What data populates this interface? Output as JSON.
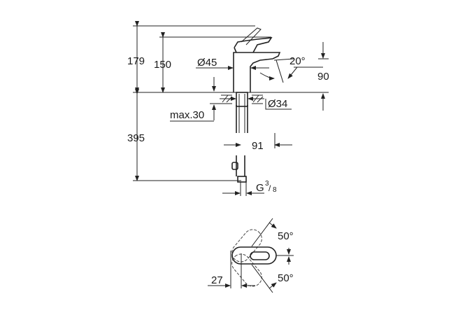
{
  "side_view": {
    "height_total": "179",
    "height_spout": "150",
    "body_diameter": "Ø45",
    "spout_angle": "20°",
    "spout_reach": "90",
    "hole_diameter": "Ø34",
    "max_deck": "max.30",
    "hose_length": "395",
    "projection": "91",
    "thread": "G",
    "thread_num": "3",
    "thread_den": "8"
  },
  "top_view": {
    "angle_up": "50°",
    "angle_down": "50°",
    "offset": "27"
  }
}
